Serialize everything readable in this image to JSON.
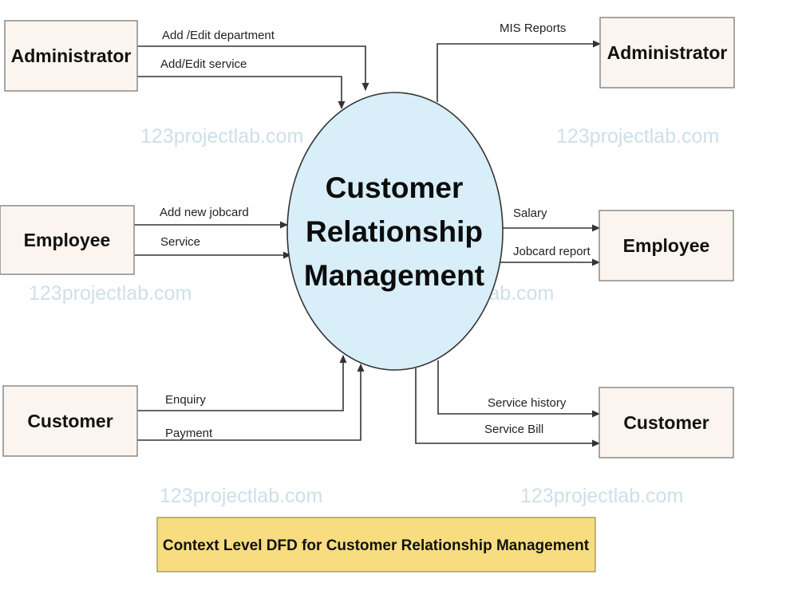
{
  "process": {
    "lines": [
      "Customer",
      "Relationship",
      "Management"
    ]
  },
  "entities": {
    "admin_left": "Administrator",
    "employee_left": "Employee",
    "customer_left": "Customer",
    "admin_right": "Administrator",
    "employee_right": "Employee",
    "customer_right": "Customer"
  },
  "flows": {
    "add_edit_department": "Add /Edit department",
    "add_edit_service": "Add/Edit service",
    "add_new_jobcard": "Add new jobcard",
    "service": "Service",
    "enquiry": "Enquiry",
    "payment": "Payment",
    "mis_reports": "MIS Reports",
    "salary": "Salary",
    "jobcard_report": "Jobcard report",
    "service_history": "Service history",
    "service_bill": "Service Bill"
  },
  "watermark": "123projectlab.com",
  "caption": "Context Level DFD for Customer Relationship Management",
  "colors": {
    "process_fill": "#d8eef8",
    "entity_fill": "#fcf5ef",
    "caption_fill": "#f7dc80",
    "watermark": "#c9dce6"
  }
}
